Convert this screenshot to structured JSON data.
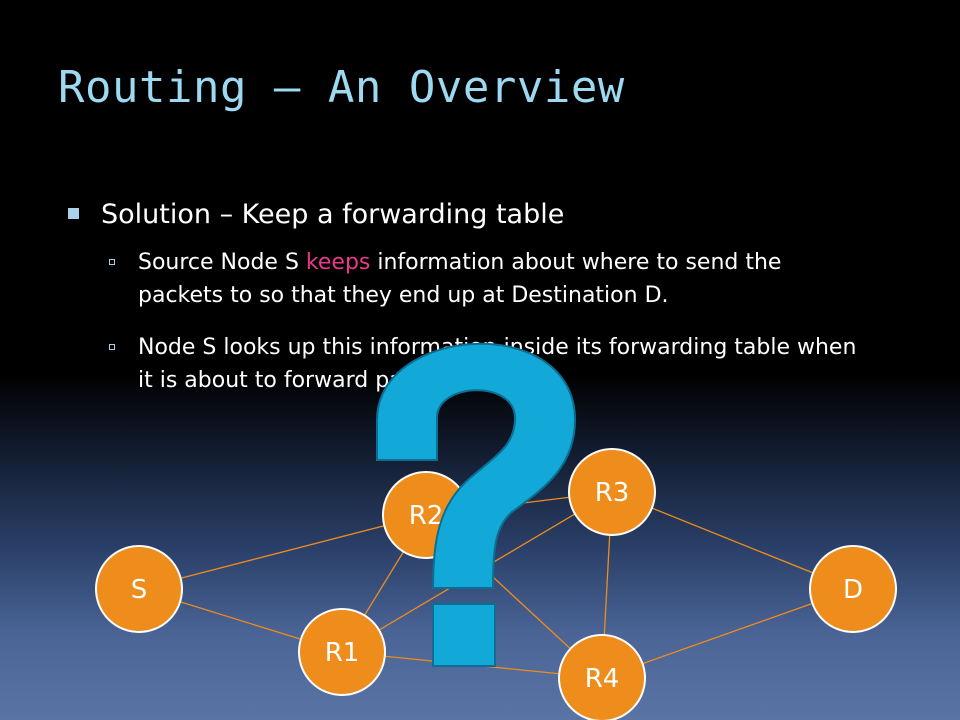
{
  "slide": {
    "title": "Routing – An Overview",
    "bullet_main": "Solution – Keep a forwarding table",
    "sub1": {
      "before": "Source Node S ",
      "highlight": "keeps",
      "after": " information about where to send the packets to so that they end up at Destination D."
    },
    "sub2": "Node S looks up this information inside its forwarding table when it is about to forward packets."
  },
  "graph": {
    "nodes": [
      {
        "id": "S",
        "label": "S"
      },
      {
        "id": "R1",
        "label": "R1"
      },
      {
        "id": "R2",
        "label": "R2"
      },
      {
        "id": "R3",
        "label": "R3"
      },
      {
        "id": "R4",
        "label": "R4"
      },
      {
        "id": "D",
        "label": "D"
      }
    ],
    "edges": [
      [
        "S",
        "R2"
      ],
      [
        "S",
        "R1"
      ],
      [
        "R1",
        "R2"
      ],
      [
        "R1",
        "R3"
      ],
      [
        "R1",
        "R4"
      ],
      [
        "R2",
        "R3"
      ],
      [
        "R2",
        "R4"
      ],
      [
        "R3",
        "R4"
      ],
      [
        "R3",
        "D"
      ],
      [
        "R4",
        "D"
      ]
    ]
  },
  "colors": {
    "title": "#9dd9f0",
    "text": "#ffffff",
    "highlight": "#e8388a",
    "bullet_marker": "#a9d2ea",
    "node_fill": "#ee8c1c",
    "node_stroke": "#ffffff",
    "edge": "#ee8c1c",
    "question_fill": "#12a8d8",
    "question_stroke": "#0b6e92"
  },
  "icons": {
    "bullet": "square-bullet-icon",
    "overlay": "question-mark-icon"
  }
}
